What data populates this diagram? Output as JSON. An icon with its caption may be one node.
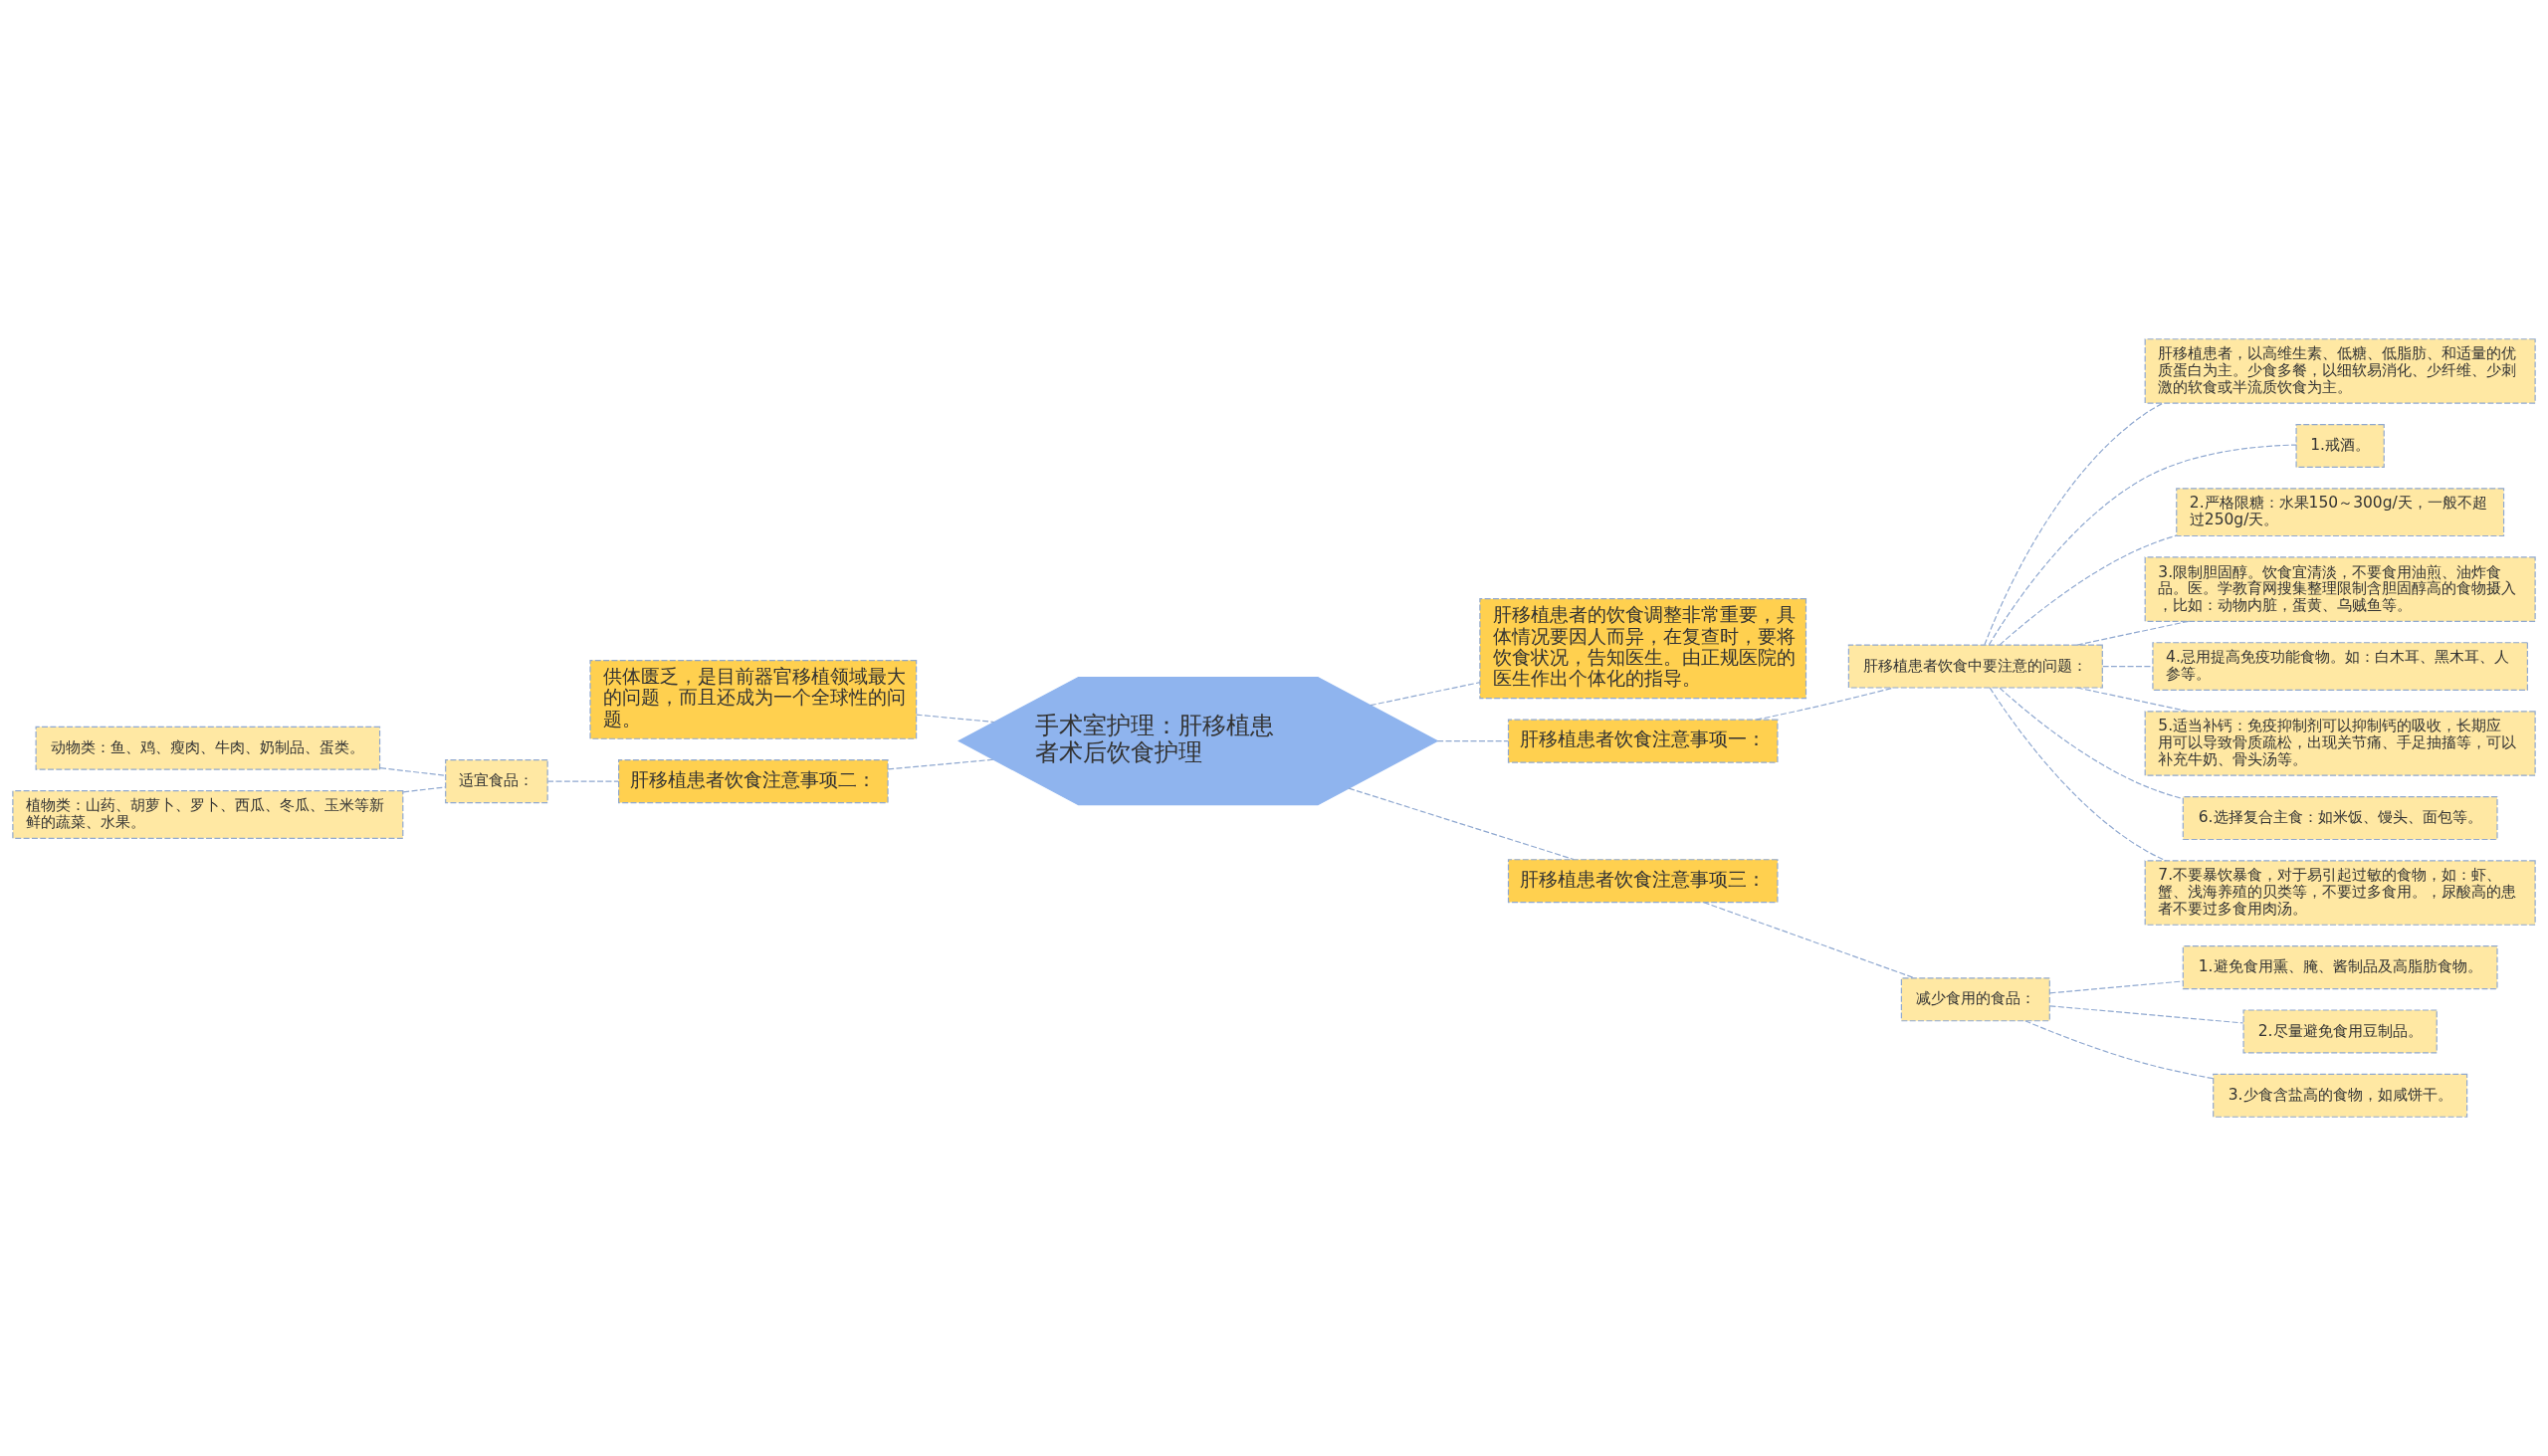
{
  "diagram": {
    "nodes": [
      {
        "text": [
          "手术室护理：肝移植患者术后饮食护理"
        ]
      },
      {
        "text": [
          "肝移植患者的饮食调整非常重要，具体情况要因人而异，在复查时，要将饮食状况，告知医生。由正规医院的医生作出个体化的指导。"
        ]
      },
      {
        "text": [
          "肝移植患者饮食注意事项一："
        ]
      },
      {
        "text": [
          "肝移植患者饮食中要注意的问题："
        ]
      },
      {
        "text": [
          "肝移植患者，以高维生素、低糖、低脂肪、和适量的优质蛋白为主。少食多餐，以细软易消化、少纤维、少刺激的软食或半流质饮食为主。"
        ]
      },
      {
        "text": [
          "1.戒酒。"
        ]
      },
      {
        "text": [
          "2.严格限糖：水果150～300g/天，一般不超过250g/天。"
        ]
      },
      {
        "text": [
          "3.限制胆固醇。饮食宜清淡，不要食用油煎、油炸食品。医。学教育网搜集整理限制含胆固醇高的食物摄入，比如：动物内脏，蛋黄、乌贼鱼等。"
        ]
      },
      {
        "text": [
          "4.忌用提高免疫功能食物。如：白木耳、黑木耳、人参等。"
        ]
      },
      {
        "text": [
          "5.适当补钙：免疫抑制剂可以抑制钙的吸收，长期应用可以导致骨质疏松，出现关节痛、手足抽搐等，可以补充牛奶、骨头汤等。"
        ]
      },
      {
        "text": [
          "6.选择复合主食：如米饭、馒头、面包等。"
        ]
      },
      {
        "text": [
          "7.不要暴饮暴食，对于易引起过敏的食物，如：虾、蟹、浅海养殖的贝类等，不要过多食用。，尿酸高的患者不要过多食用肉汤。"
        ]
      },
      {
        "text": [
          "肝移植患者饮食注意事项三："
        ]
      },
      {
        "text": [
          "减少食用的食品："
        ]
      },
      {
        "text": [
          "1.避免食用熏、腌、酱制品及高脂肪食物。"
        ]
      },
      {
        "text": [
          "2.尽量避免食用豆制品。"
        ]
      },
      {
        "text": [
          "3.少食含盐高的食物，如咸饼干。"
        ]
      },
      {
        "text": [
          "供体匮乏，是目前器官移植领域最大的问题，而且还成为一个全球性的问题。"
        ]
      },
      {
        "text": [
          "肝移植患者饮食注意事项二："
        ]
      },
      {
        "text": [
          "适宜食品："
        ]
      },
      {
        "text": [
          "动物类：鱼、鸡、瘦肉、牛肉、奶制品、蛋类。"
        ]
      },
      {
        "text": [
          "植物类：山药、胡萝卜、罗卜、西瓜、冬瓜、玉米等新鲜的蔬菜、水果。"
        ]
      }
    ],
    "edges": [
      {
        "from": 0,
        "to": 1,
        "arrow": "none"
      },
      {
        "from": 0,
        "to": 2,
        "arrow": "none"
      },
      {
        "from": 2,
        "to": 3,
        "arrow": "none"
      },
      {
        "from": 3,
        "to": 4,
        "arrow": "none"
      },
      {
        "from": 3,
        "to": 5,
        "arrow": "none"
      },
      {
        "from": 3,
        "to": 6,
        "arrow": "none"
      },
      {
        "from": 3,
        "to": 7,
        "arrow": "none"
      },
      {
        "from": 3,
        "to": 8,
        "arrow": "none"
      },
      {
        "from": 3,
        "to": 9,
        "arrow": "none"
      },
      {
        "from": 3,
        "to": 10,
        "arrow": "none"
      },
      {
        "from": 3,
        "to": 11,
        "arrow": "none"
      },
      {
        "from": 0,
        "to": 12,
        "arrow": "none"
      },
      {
        "from": 12,
        "to": 13,
        "arrow": "none"
      },
      {
        "from": 13,
        "to": 14,
        "arrow": "none"
      },
      {
        "from": 13,
        "to": 15,
        "arrow": "none"
      },
      {
        "from": 13,
        "to": 16,
        "arrow": "none"
      },
      {
        "from": 0,
        "to": 17,
        "arrow": "none"
      },
      {
        "from": 0,
        "to": 18,
        "arrow": "none"
      },
      {
        "from": 18,
        "to": 19,
        "arrow": "none"
      },
      {
        "from": 19,
        "to": 20,
        "arrow": "none"
      },
      {
        "from": 19,
        "to": 21,
        "arrow": "none"
      }
    ]
  }
}
